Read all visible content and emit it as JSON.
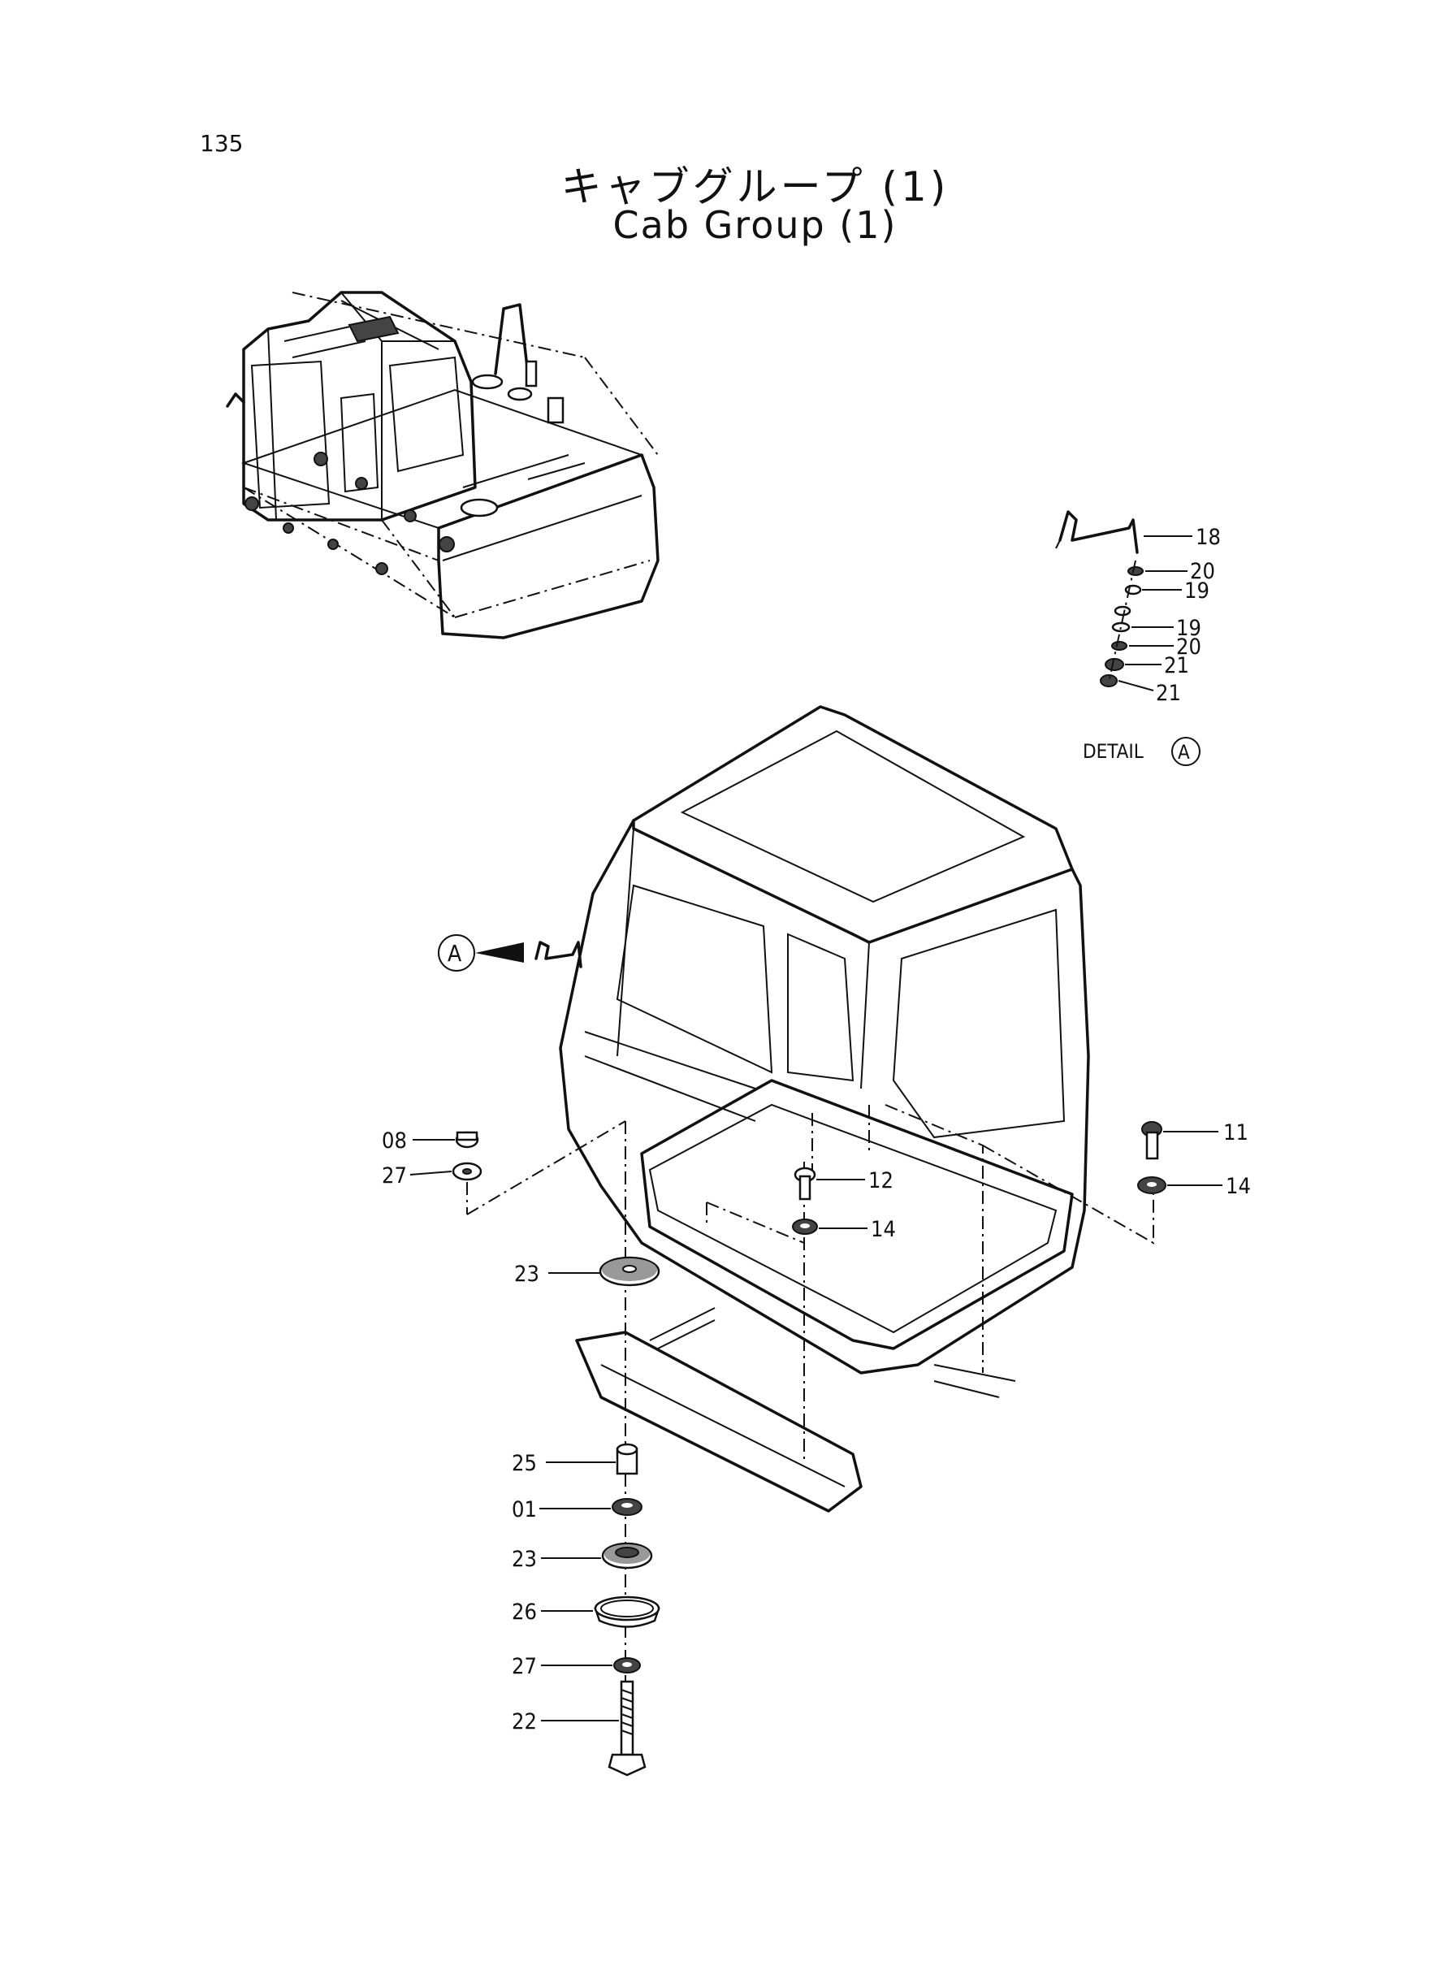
{
  "page": {
    "number": "135"
  },
  "title": {
    "japanese": "キャブグループ (1)",
    "english": "Cab Group (1)"
  },
  "detail": {
    "label": "DETAIL",
    "marker": "A"
  },
  "callout_marker": "A",
  "part_labels": {
    "detail_a": [
      "18",
      "20",
      "19",
      "19",
      "20",
      "21",
      "21"
    ],
    "cab_left_top": [
      "08",
      "27"
    ],
    "cab_center": [
      "12",
      "14"
    ],
    "cab_right": [
      "11",
      "14"
    ],
    "mount_stack": [
      "23",
      "25",
      "01",
      "23",
      "26",
      "27",
      "22"
    ]
  }
}
